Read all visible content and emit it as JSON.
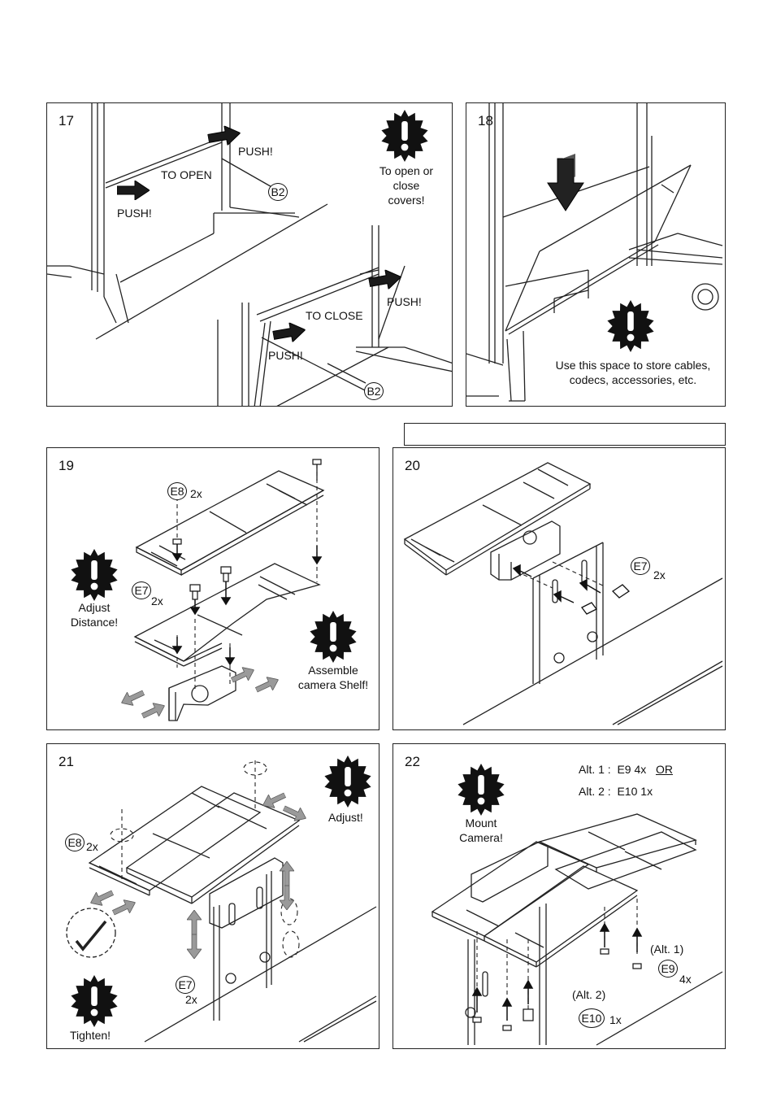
{
  "steps": {
    "s17": {
      "number": "17",
      "push_top": "PUSH!",
      "to_open": "TO OPEN",
      "part_top": "B2",
      "push_left": "PUSH!",
      "note": "To open or close covers!",
      "push_right": "PUSH!",
      "to_close": "TO CLOSE",
      "push_bottom": "PUSH!",
      "part_bottom": "B2"
    },
    "s18": {
      "number": "18",
      "note": "Use this space to store cables, codecs, accessories, etc."
    },
    "s19": {
      "number": "19",
      "part_e8": "E8",
      "qty_e8": "2x",
      "part_e7": "E7",
      "qty_e7": "2x",
      "note_left": "Adjust Distance!",
      "note_right": "Assemble camera Shelf!"
    },
    "s20": {
      "number": "20",
      "part_e7": "E7",
      "qty_e7": "2x"
    },
    "s21": {
      "number": "21",
      "note_adjust": "Adjust!",
      "part_e8": "E8",
      "qty_e8": "2x",
      "part_e7": "E7",
      "qty_e7": "2x",
      "note_tighten": "Tighten!"
    },
    "s22": {
      "number": "22",
      "note": "Mount Camera!",
      "alt1_label": "Alt. 1 :",
      "alt1_part": "E9",
      "alt1_qty": "4x",
      "alt1_or": "OR",
      "alt2_label": "Alt. 2 :",
      "alt2_part": "E10",
      "alt2_qty": "1x",
      "alt1_tag": "(Alt. 1)",
      "part_e9": "E9",
      "qty_e9": "4x",
      "alt2_tag": "(Alt. 2)",
      "part_e10": "E10",
      "qty_e10": "1x"
    }
  },
  "icons": {
    "warning": "exclamation-starburst-icon"
  },
  "colors": {
    "line": "#222222",
    "fill_dark": "#111111",
    "arrow_grey": "#9a9a9a"
  }
}
